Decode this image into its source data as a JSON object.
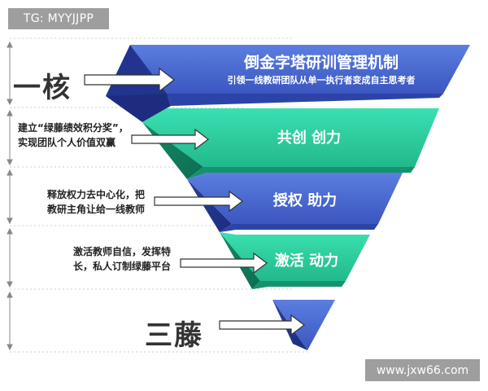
{
  "tag": {
    "text": "TG: MYYJJPP"
  },
  "watermark": {
    "text": "www.jxw66.com"
  },
  "left_labels": {
    "top": "一核",
    "desc1_line1": "建立“绿藤绩效积分奖”，",
    "desc1_line2": "实现团队个人价值双赢",
    "desc2_line1": "释放权力去中心化，把",
    "desc2_line2": "教研主角让给一线教师",
    "desc3_line1": "激活教师自信，发挥特",
    "desc3_line2": "长，私人订制绿藤平台",
    "bottom": "三藤"
  },
  "layers": [
    {
      "title": "倒金字塔研训管理机制",
      "subtitle": "引领一线教研团队从单一执行者变成自主思考者",
      "color": "#3f5ec9"
    },
    {
      "title": "共创 创力",
      "color": "#27c59a"
    },
    {
      "title": "授权 助力",
      "color": "#4060c8"
    },
    {
      "title": "激活 动力",
      "color": "#2fd0a0"
    }
  ],
  "colors": {
    "blue": "#3f5ec9",
    "green": "#27c59a",
    "label_dark": "#333333"
  }
}
